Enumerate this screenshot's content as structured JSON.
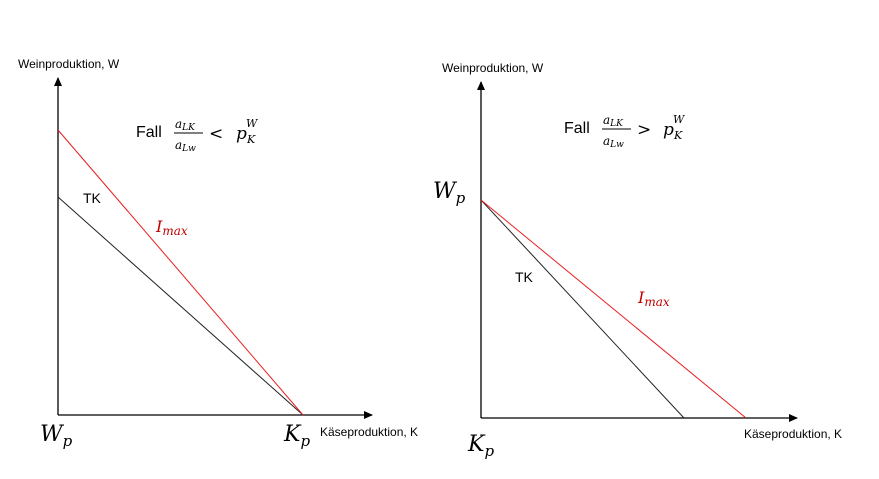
{
  "colors": {
    "axis": "#000000",
    "tk_line": "#222222",
    "imax_line": "#e81e1e",
    "imax_text": "#c00000"
  },
  "left": {
    "y_axis_label": "Weinproduktion,  W",
    "x_axis_label": "Käseproduktion,  K",
    "condition": {
      "fall": "Fall",
      "num_base": "a",
      "num_sub": "LK",
      "den_base": "a",
      "den_sub": "Lw",
      "relation": "<",
      "p_base": "p",
      "p_sub": "K",
      "p_sup": "W"
    },
    "tk_label": "TK",
    "imax_label": {
      "base": "I",
      "sub": "max"
    },
    "origin_label": {
      "base": "W",
      "sub": "p"
    },
    "x_intercept_label": {
      "base": "K",
      "sub": "p"
    }
  },
  "right": {
    "y_axis_label": "Weinproduktion,  W",
    "x_axis_label": "Käseproduktion,  K",
    "condition": {
      "fall": "Fall",
      "num_base": "a",
      "num_sub": "LK",
      "den_base": "a",
      "den_sub": "Lw",
      "relation": ">",
      "p_base": "p",
      "p_sub": "K",
      "p_sup": "W"
    },
    "tk_label": "TK",
    "imax_label": {
      "base": "I",
      "sub": "max"
    },
    "y_intercept_label": {
      "base": "W",
      "sub": "p"
    },
    "origin_label": {
      "base": "K",
      "sub": "p"
    }
  }
}
